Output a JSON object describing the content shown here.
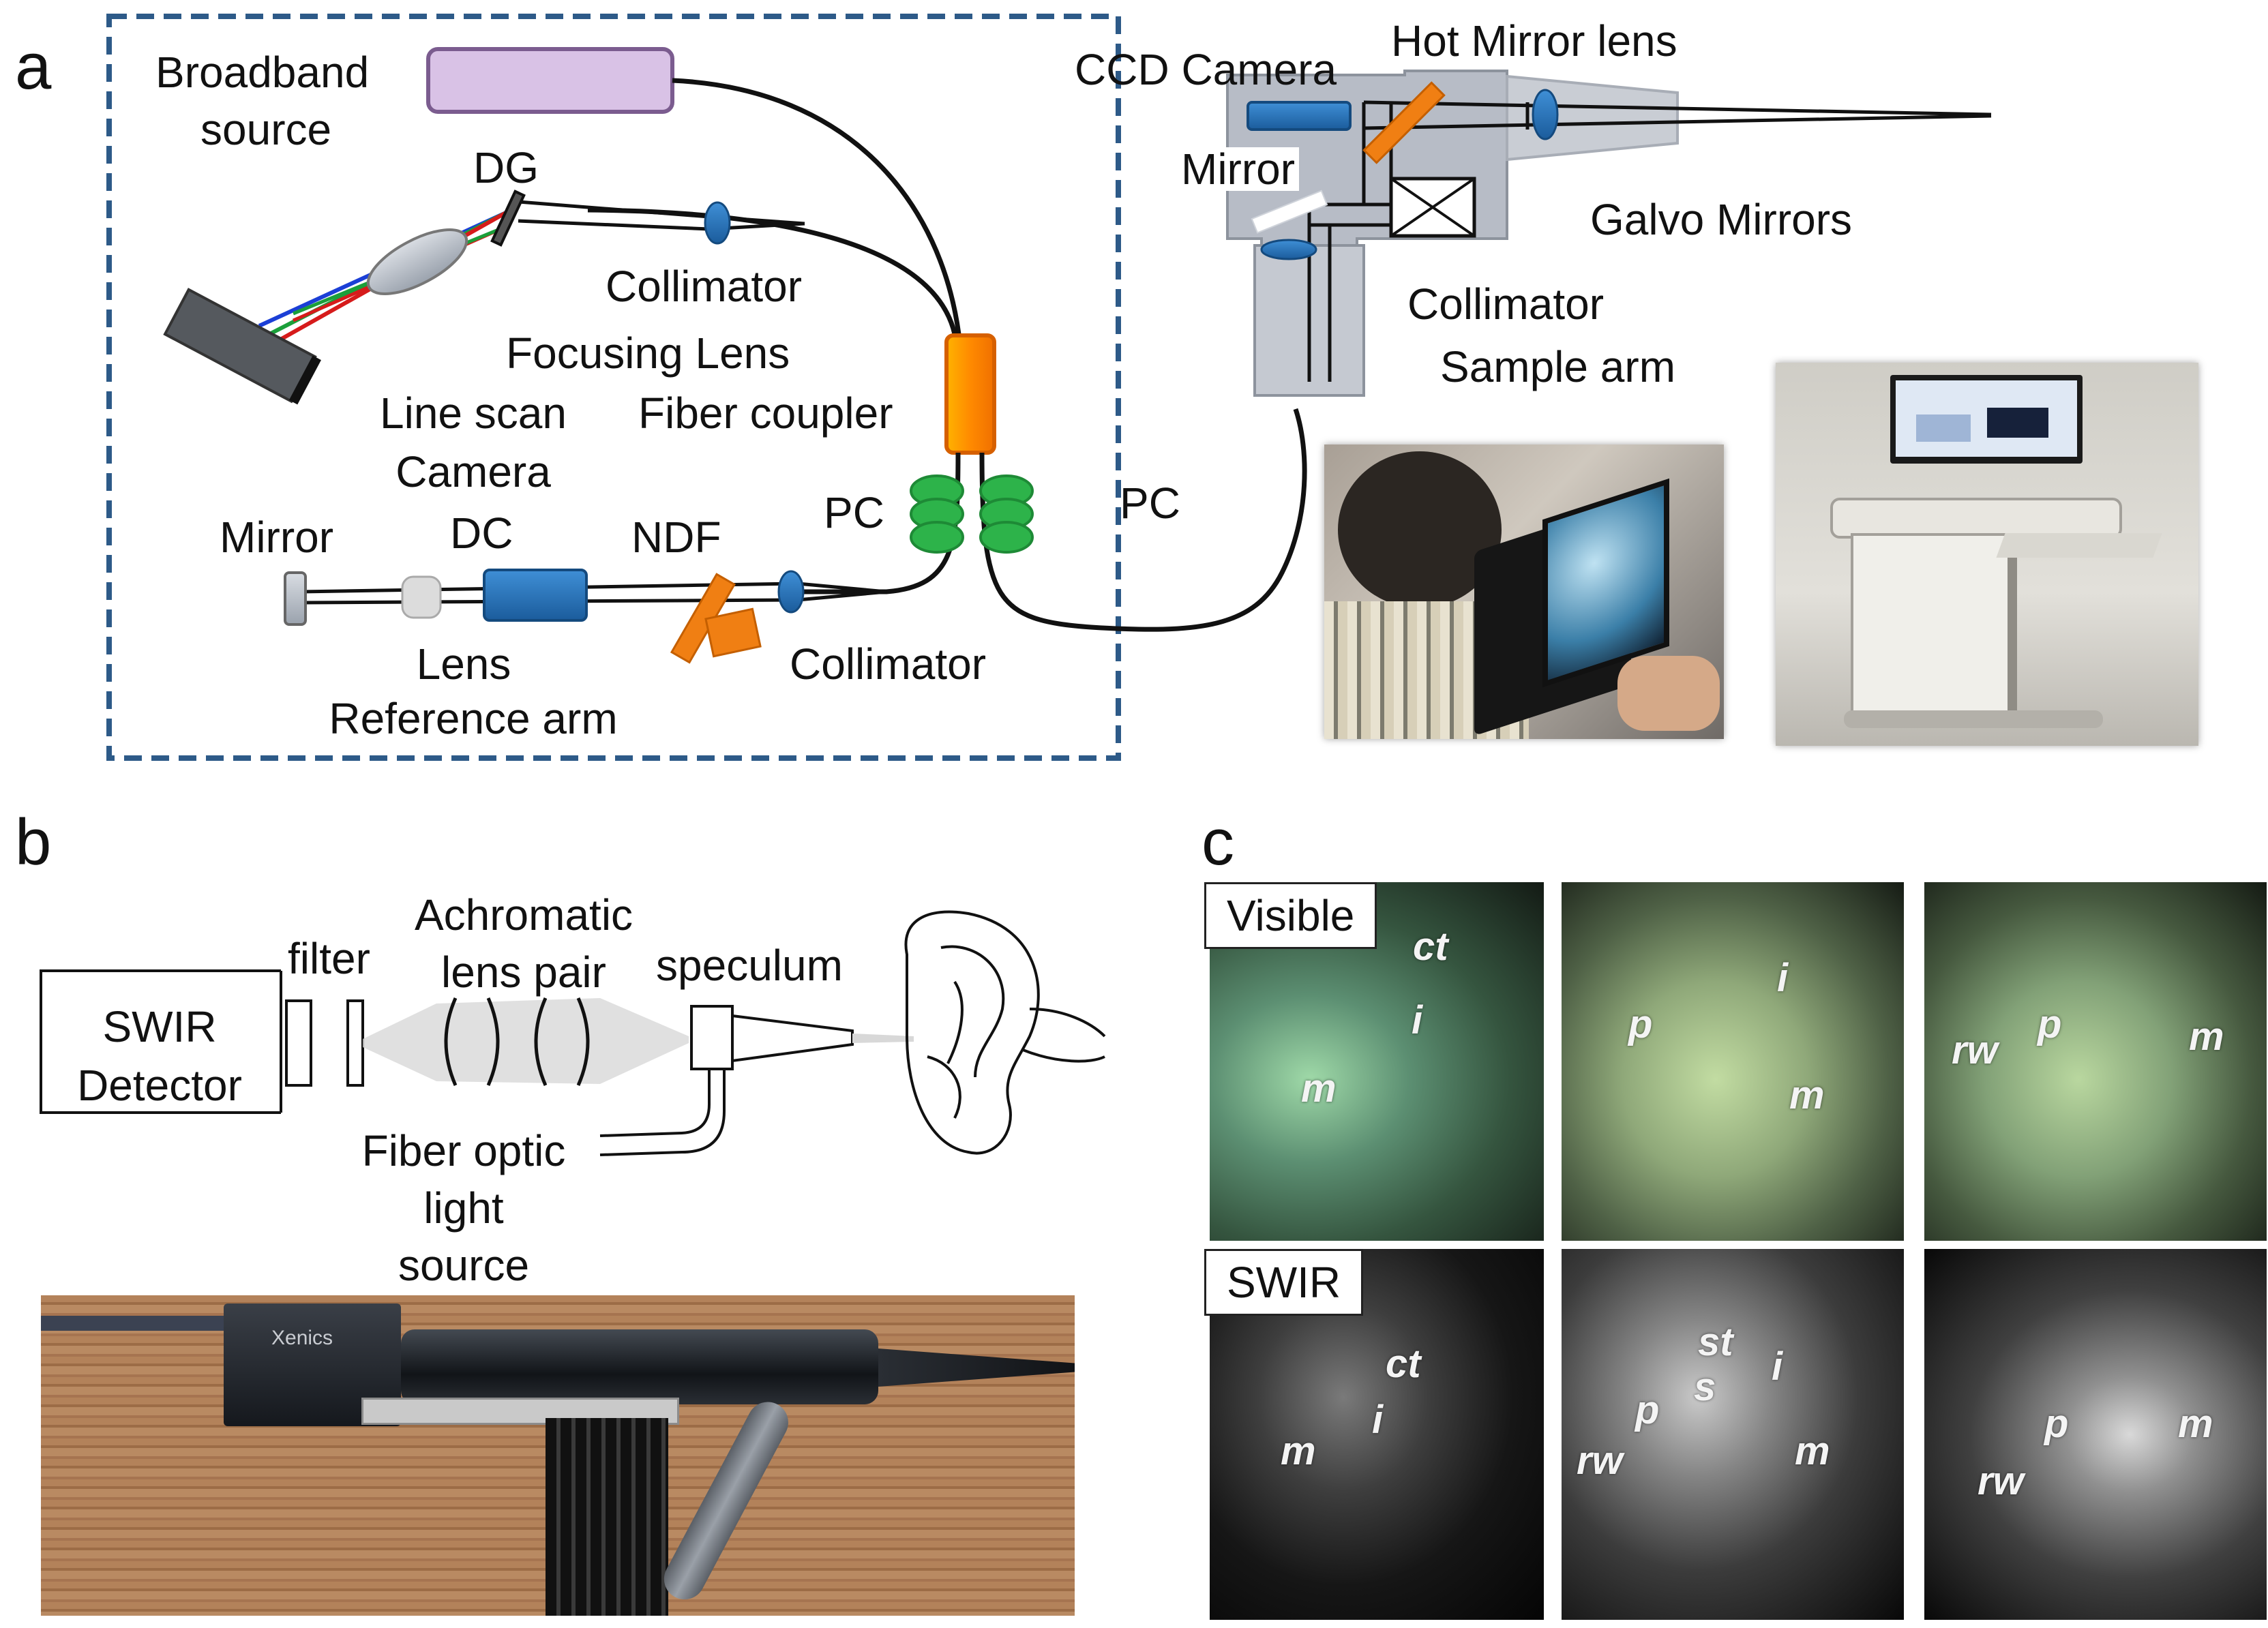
{
  "panels": {
    "a": "a",
    "b": "b",
    "c": "c"
  },
  "panel_a": {
    "broadband_source": [
      "Broadband",
      "source"
    ],
    "dg": "DG",
    "collimator_top": "Collimator",
    "focusing_lens": "Focusing Lens",
    "line_scan_camera": [
      "Line scan",
      "Camera"
    ],
    "fiber_coupler": "Fiber coupler",
    "pc_left": "PC",
    "pc_right": "PC",
    "mirror_ref": "Mirror",
    "dc": "DC",
    "ndf": "NDF",
    "lens": "Lens",
    "reference_arm": "Reference arm",
    "collimator_ref": "Collimator",
    "ccd_camera": "CCD Camera",
    "hot_mirror_lens": "Hot Mirror lens",
    "mirror_sample": "Mirror",
    "galvo_mirrors": "Galvo Mirrors",
    "collimator_sample": "Collimator",
    "sample_arm": "Sample arm"
  },
  "panel_b": {
    "swir_detector": [
      "SWIR",
      "Detector"
    ],
    "filter": "filter",
    "achromatic": [
      "Achromatic",
      "lens pair"
    ],
    "speculum": "speculum",
    "fiber_optic": [
      "Fiber optic",
      "light",
      "source"
    ],
    "camera_brand": "Xenics"
  },
  "panel_c": {
    "row_labels": [
      "Visible",
      "SWIR"
    ],
    "visible_tiles": [
      [
        {
          "t": "ct"
        },
        {
          "t": "i"
        },
        {
          "t": "m"
        }
      ],
      [
        {
          "t": "i"
        },
        {
          "t": "p"
        },
        {
          "t": "m"
        }
      ],
      [
        {
          "t": "rw"
        },
        {
          "t": "p"
        },
        {
          "t": "m"
        }
      ]
    ],
    "swir_tiles": [
      [
        {
          "t": "ct"
        },
        {
          "t": "i"
        },
        {
          "t": "m"
        }
      ],
      [
        {
          "t": "st"
        },
        {
          "t": "s"
        },
        {
          "t": "i"
        },
        {
          "t": "p"
        },
        {
          "t": "rw"
        },
        {
          "t": "m"
        }
      ],
      [
        {
          "t": "p"
        },
        {
          "t": "m"
        },
        {
          "t": "rw"
        }
      ]
    ]
  },
  "colors": {
    "dashed_box": "#2d5a88",
    "source_purple": "#d9c2e6",
    "coupler_orange": "#f08a00",
    "pc_green": "#2db34a",
    "collimator_blue": "#1f6fb8",
    "ndf_orange": "#f07f13"
  }
}
